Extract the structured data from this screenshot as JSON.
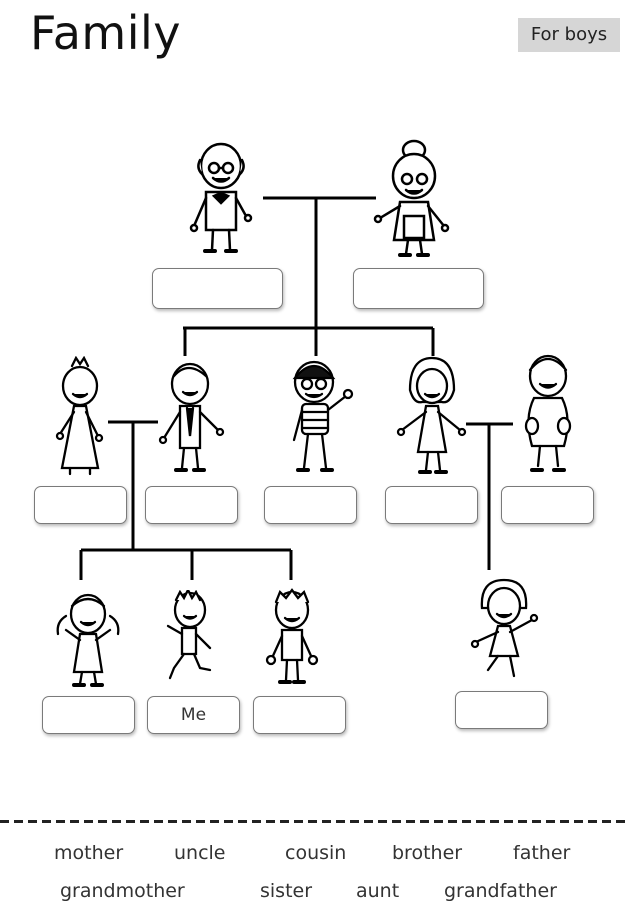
{
  "header": {
    "title": "Family",
    "badge": "For boys"
  },
  "tree": {
    "grandfather": {
      "icon": "grandfather-figure-icon",
      "answer": ""
    },
    "grandmother": {
      "icon": "grandmother-figure-icon",
      "answer": ""
    },
    "aunt": {
      "icon": "aunt-figure-icon",
      "answer": ""
    },
    "uncle_by_marriage": {
      "icon": "man-figure-icon",
      "answer": ""
    },
    "middle_child": {
      "icon": "boy-glasses-figure-icon",
      "answer": ""
    },
    "mother": {
      "icon": "mother-figure-icon",
      "answer": ""
    },
    "father": {
      "icon": "father-figure-icon",
      "answer": ""
    },
    "cousin_girl": {
      "icon": "girl-pigtails-figure-icon",
      "answer": ""
    },
    "me": {
      "icon": "boy-running-figure-icon",
      "answer": "Me"
    },
    "cousin_boy": {
      "icon": "boy-spiky-figure-icon",
      "answer": ""
    },
    "sister": {
      "icon": "girl-jumping-figure-icon",
      "answer": ""
    }
  },
  "word_bank": {
    "row1": [
      "mother",
      "uncle",
      "cousin",
      "brother",
      "father"
    ],
    "row2": [
      "grandmother",
      "sister",
      "aunt",
      "grandfather"
    ]
  }
}
